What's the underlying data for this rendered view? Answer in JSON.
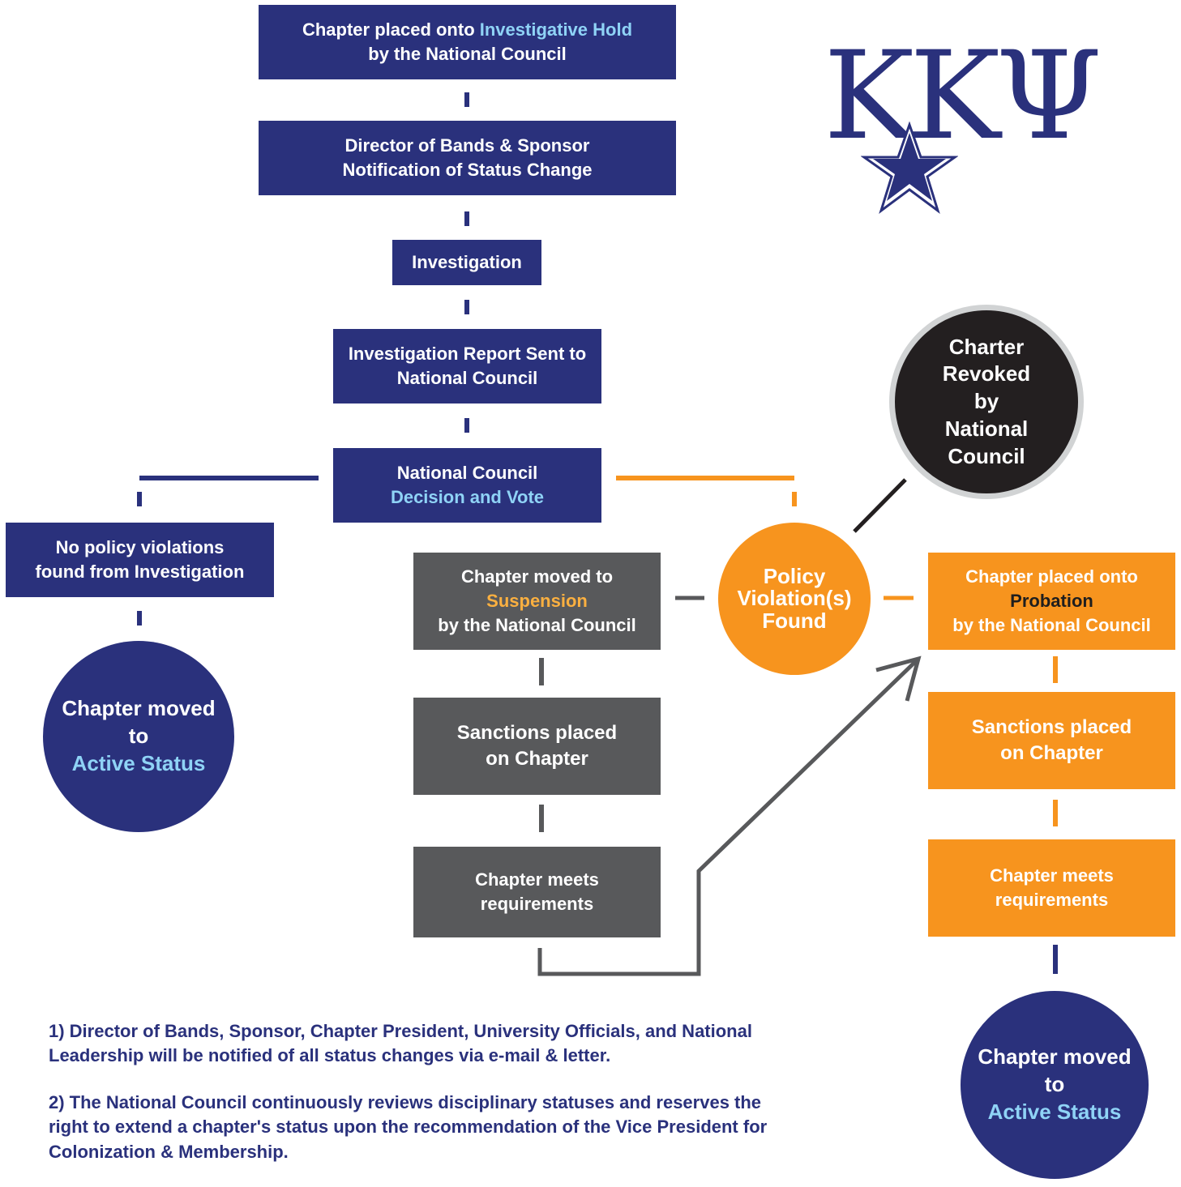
{
  "logo": {
    "letters": "ΚΚΨ"
  },
  "flow": {
    "hold": {
      "prefix": "Chapter placed onto ",
      "highlight": "Investigative Hold",
      "line2": "by the National Council"
    },
    "notify": {
      "line1": "Director of Bands & Sponsor",
      "line2": "Notification of Status Change"
    },
    "investigation": {
      "label": "Investigation"
    },
    "report": {
      "line1": "Investigation Report Sent to",
      "line2": "National Council"
    },
    "decision": {
      "line1": "National Council",
      "line2": "Decision and Vote"
    },
    "no_violation": {
      "line1": "No policy violations",
      "line2": "found from Investigation"
    },
    "active_left": {
      "line1": "Chapter moved",
      "line2": "to",
      "line3": "Active Status"
    },
    "revoked": {
      "line1": "Charter",
      "line2": "Revoked",
      "line3": "by",
      "line4": "National",
      "line5": "Council"
    },
    "violation": {
      "line1": "Policy",
      "line2": "Violation(s)",
      "line3": "Found"
    },
    "suspension": {
      "line1": "Chapter moved to",
      "highlight": "Suspension",
      "line3": "by the National Council"
    },
    "sanctions_gray": {
      "line1": "Sanctions placed",
      "line2": "on Chapter"
    },
    "meets_gray": {
      "line1": "Chapter meets",
      "line2": "requirements"
    },
    "probation": {
      "line1": "Chapter placed onto",
      "highlight": "Probation",
      "line3": "by the National Council"
    },
    "sanctions_orange": {
      "line1": "Sanctions placed",
      "line2": "on Chapter"
    },
    "meets_orange": {
      "line1": "Chapter meets",
      "line2": "requirements"
    },
    "active_right": {
      "line1": "Chapter moved",
      "line2": "to",
      "line3": "Active Status"
    }
  },
  "notes": {
    "note1": "1) Director of Bands, Sponsor, Chapter President, University Officials, and National Leadership will be notified of all status changes via e-mail & letter.",
    "note2": "2) The National Council continuously reviews disciplinary statuses and reserves the right to extend a chapter's status upon the recommendation of the Vice President for Colonization & Membership."
  },
  "colors": {
    "navy": "#2a317c",
    "gray": "#58595b",
    "orange": "#f7941e",
    "black": "#231f20",
    "light_blue": "#8fd3f6",
    "yellow": "#fbb040"
  }
}
